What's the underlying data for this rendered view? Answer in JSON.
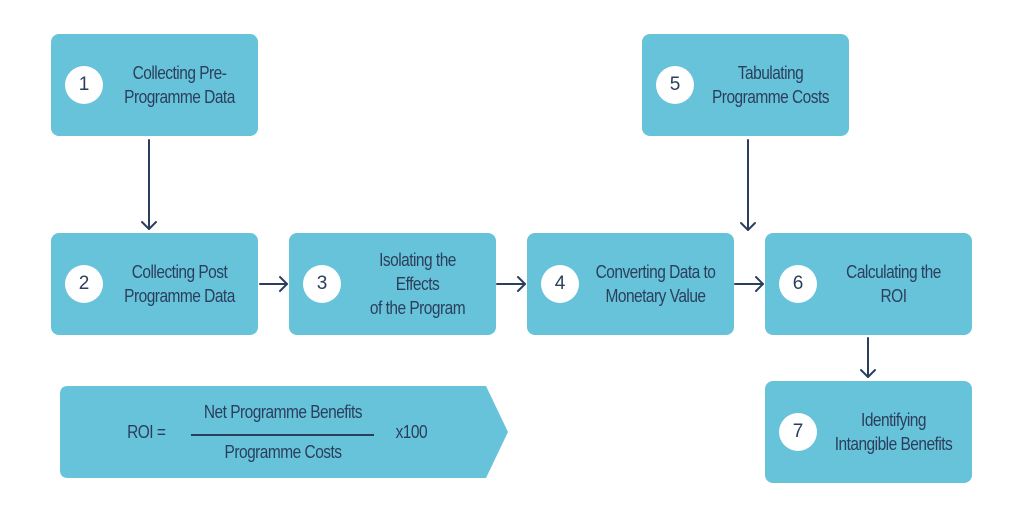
{
  "diagram": {
    "accent_color": "#67c3da",
    "text_color": "#2b3f5c",
    "steps": [
      {
        "number": "1",
        "lines": [
          "Collecting Pre-",
          "Programme Data"
        ]
      },
      {
        "number": "2",
        "lines": [
          "Collecting Post",
          "Programme Data"
        ]
      },
      {
        "number": "3",
        "lines": [
          "Isolating the Effects",
          "of the Program"
        ]
      },
      {
        "number": "4",
        "lines": [
          "Converting Data to",
          "Monetary Value"
        ]
      },
      {
        "number": "5",
        "lines": [
          "Tabulating",
          "Programme Costs"
        ]
      },
      {
        "number": "6",
        "lines": [
          "Calculating the",
          "ROI"
        ]
      },
      {
        "number": "7",
        "lines": [
          "Identifying",
          "Intangible Benefits"
        ]
      }
    ],
    "connections": [
      {
        "from": "1",
        "to": "2"
      },
      {
        "from": "2",
        "to": "3"
      },
      {
        "from": "3",
        "to": "4"
      },
      {
        "from": "4",
        "to": "6"
      },
      {
        "from": "5",
        "to": "6"
      },
      {
        "from": "6",
        "to": "7"
      }
    ],
    "formula": {
      "lhs": "ROI =",
      "numerator": "Net Programme Benefits",
      "denominator": "Programme Costs",
      "multiplier": "x100"
    }
  }
}
